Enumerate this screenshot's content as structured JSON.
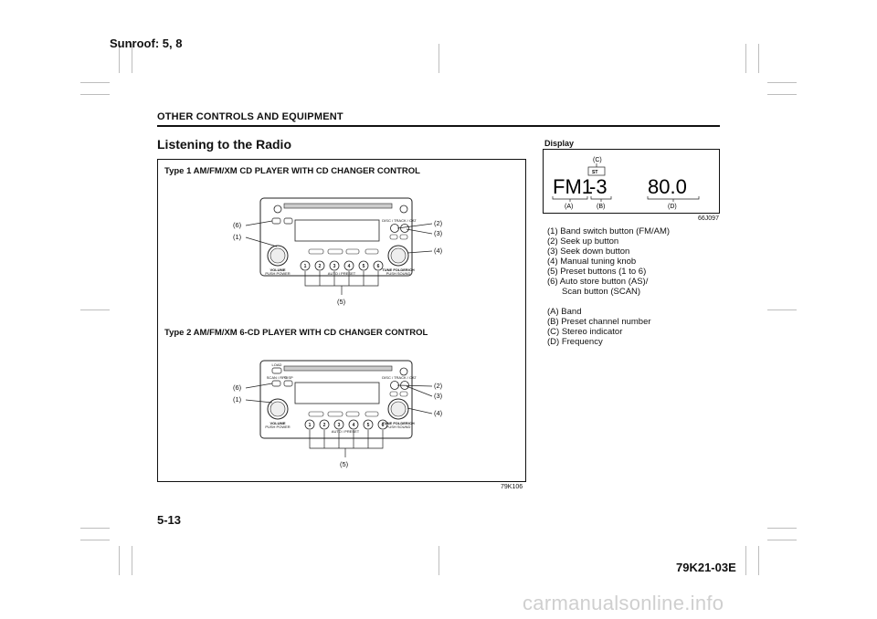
{
  "header": {
    "top_note": "Sunroof: 5, 8",
    "section": "OTHER CONTROLS AND EQUIPMENT",
    "title": "Listening to the Radio"
  },
  "figure": {
    "type1_caption": "Type 1 AM/FM/XM CD PLAYER WITH CD CHANGER CONTROL",
    "type2_caption": "Type 2 AM/FM/XM 6-CD PLAYER WITH CD CHANGER CONTROL",
    "code": "79K106",
    "callouts": {
      "c1": "(1)",
      "c2": "(2)",
      "c3": "(3)",
      "c4": "(4)",
      "c5": "(5)",
      "c6": "(6)"
    },
    "radio1_labels": {
      "volume": "VOLUME",
      "power": "PUSH POWER",
      "tune": "TUNE FOLDER/CH",
      "sound": "PUSH SOUND",
      "disc_track": "DISC / TRACK / CAT",
      "auto_preset": "AUTO / PRESET",
      "presets": [
        "1",
        "2",
        "3",
        "4",
        "5",
        "6"
      ]
    },
    "radio2_labels": {
      "volume": "VOLUME",
      "power": "PUSH POWER",
      "tune": "TUNE FOLDER/CH",
      "sound": "PUSH SOUND",
      "disc_track": "DISC / TRACK / CAT",
      "auto_preset": "AUTO / PRESET",
      "scan": "SCAN / RPT",
      "disp": "DISP",
      "load": "LOAD",
      "presets": [
        "1",
        "2",
        "3",
        "4",
        "5",
        "6"
      ]
    }
  },
  "display": {
    "label": "Display",
    "lcd_band": "FM1",
    "lcd_preset": "-3",
    "lcd_freq": "80.0",
    "stereo": "ST",
    "label_a": "(A)",
    "label_b": "(B)",
    "label_c": "(C)",
    "label_d": "(D)",
    "code": "66J097"
  },
  "legend_numbered": [
    "(1) Band switch button (FM/AM)",
    "(2) Seek up button",
    "(3) Seek down button",
    "(4) Manual tuning knob",
    "(5) Preset buttons (1 to 6)",
    "(6) Auto store button (AS)/",
    "      Scan button (SCAN)"
  ],
  "legend_lettered": [
    "(A) Band",
    "(B) Preset channel number",
    "(C) Stereo indicator",
    "(D) Frequency"
  ],
  "footer": {
    "page": "5-13",
    "doc_code": "79K21-03E",
    "watermark": "carmanualsonline.info"
  }
}
